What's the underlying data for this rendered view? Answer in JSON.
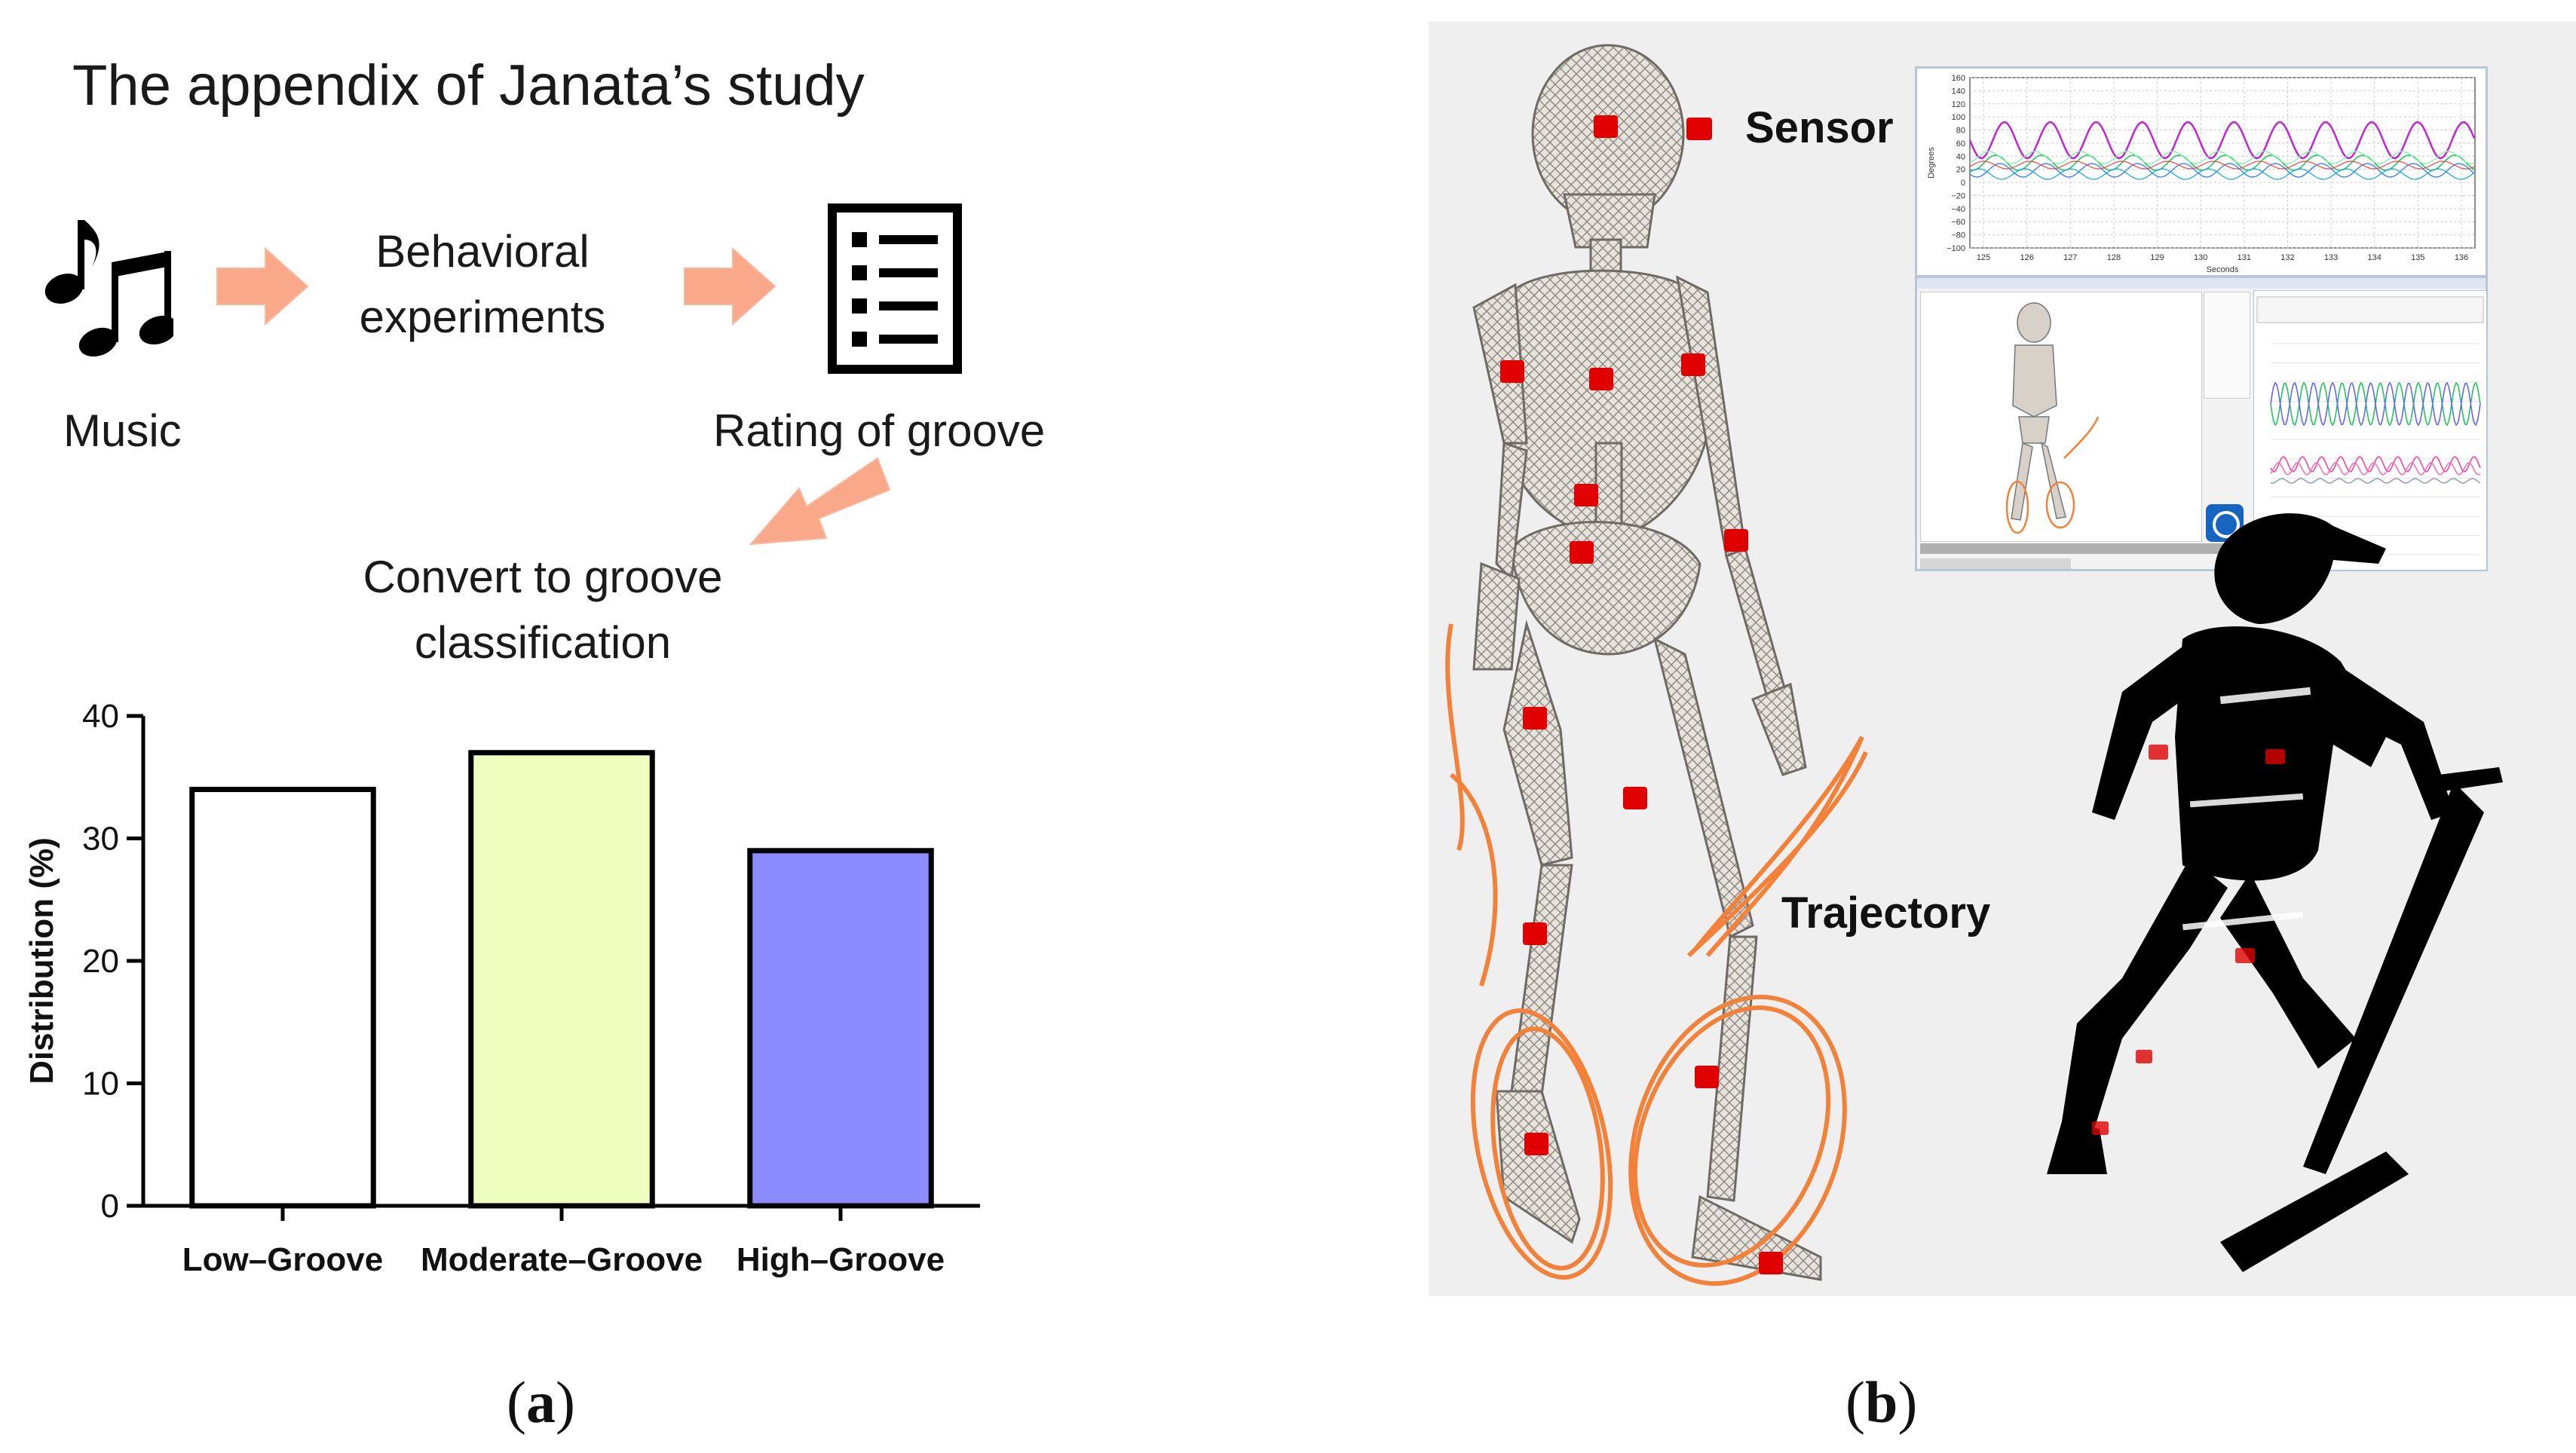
{
  "panel_a": {
    "title": "The appendix of Janata’s study",
    "music_label": "Music",
    "behavioral_line1": "Behavioral",
    "behavioral_line2": "experiments",
    "rating_label": "Rating of groove",
    "convert_line1": "Convert to groove",
    "convert_line2": "classification",
    "icons": [
      "music-notes-icon",
      "checklist-icon",
      "arrow-right-icon",
      "arrow-down-left-icon"
    ],
    "arrow_color": "#f9a98a",
    "panel_label": "(a)",
    "panel_label_letter": "a"
  },
  "chart_data": {
    "type": "bar",
    "categories": [
      "Low–Groove",
      "Moderate–Groove",
      "High–Groove"
    ],
    "values": [
      34,
      37,
      29
    ],
    "colors": [
      "#ffffff",
      "#eeffc0",
      "#8c8cff"
    ],
    "ylabel": "Distribution (%)",
    "ylim": [
      0,
      40
    ],
    "yticks": [
      0,
      10,
      20,
      30,
      40
    ],
    "grid": false
  },
  "panel_b": {
    "sensor_label": "Sensor",
    "trajectory_label": "Trajectory",
    "sensor_color": "#e00000",
    "trajectory_color": "#f2813a",
    "panel_label": "(b)",
    "panel_label_letter": "b",
    "graph": {
      "y_axis_label": "Degrees",
      "x_axis_label": "Seconds",
      "y_ticks": [
        "160",
        "140",
        "120",
        "100",
        "80",
        "60",
        "40",
        "20",
        "0",
        "−20",
        "−40",
        "−60",
        "−80",
        "−100"
      ],
      "x_ticks": [
        "125",
        "126",
        "127",
        "128",
        "129",
        "130",
        "131",
        "132",
        "133",
        "134",
        "135",
        "136"
      ]
    }
  }
}
